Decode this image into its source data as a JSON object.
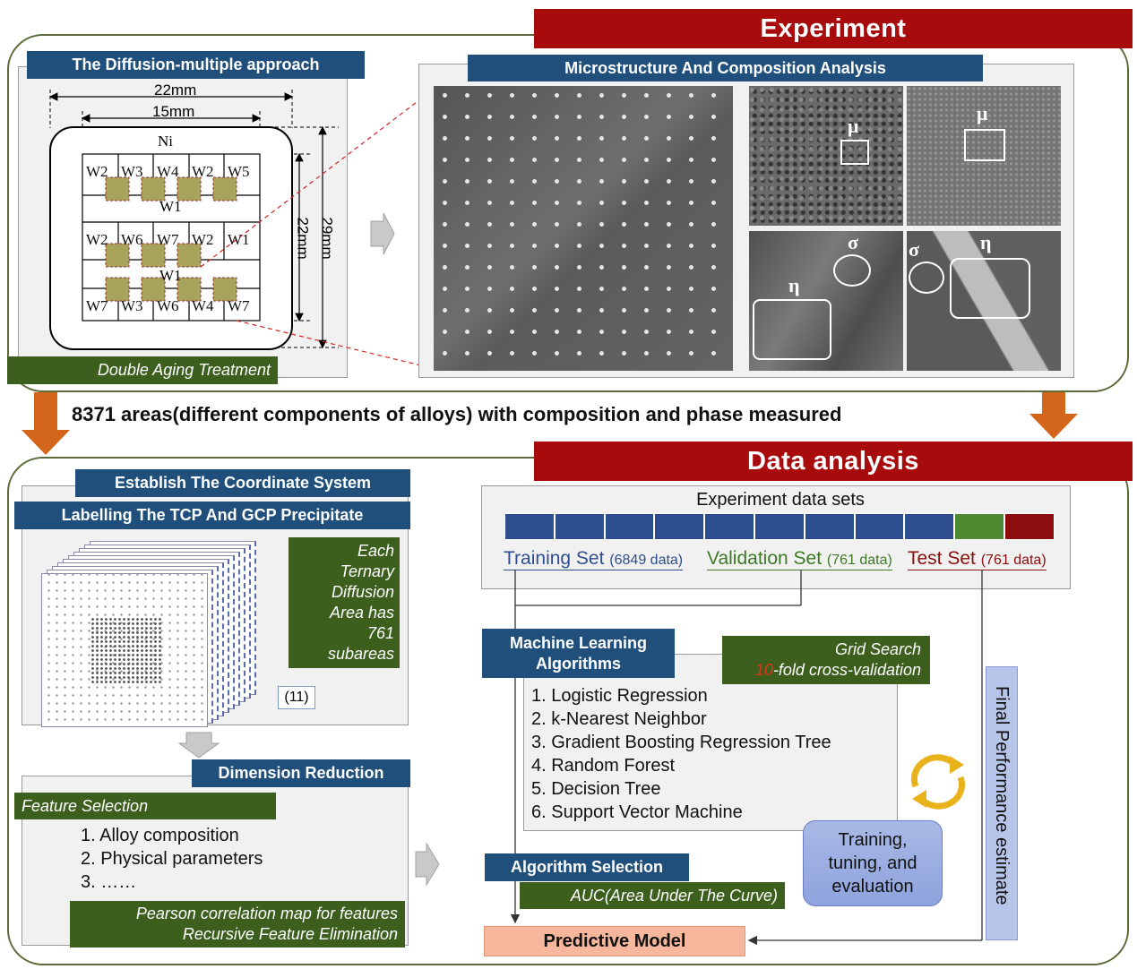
{
  "experiment": {
    "title": "Experiment",
    "diffusion_label": "The Diffusion-multiple approach",
    "dim_22mm_top": "22mm",
    "dim_15mm": "15mm",
    "dim_22mm_side": "22mm",
    "dim_29mm": "29mm",
    "ni_label": "Ni",
    "grid_rows": [
      [
        "W2",
        "W3",
        "W4",
        "W2",
        "W5"
      ],
      [
        "W2",
        "W6",
        "W7",
        "W2",
        "W1"
      ],
      [
        "W7",
        "W3",
        "W6",
        "W4",
        "W7"
      ]
    ],
    "w1_label_a": "W1",
    "w1_label_b": "W1",
    "double_aging": "Double Aging Treatment",
    "micro_label": "Microstructure And Composition Analysis",
    "mu_a": "μ",
    "mu_b": "μ",
    "sigma_a": "σ",
    "eta_a": "η",
    "sigma_b": "σ",
    "eta_b": "η"
  },
  "middle_text": "8371 areas(different components of alloys) with composition and phase measured",
  "analysis": {
    "title": "Data analysis",
    "coord_label": "Establish The Coordinate System",
    "tcp_label": "Labelling The TCP And GCP Precipitate",
    "subarea_text": [
      "Each",
      "Ternary",
      "Diffusion",
      "Area has",
      "761",
      "subareas"
    ],
    "stack_count": "(11)",
    "dim_reduction": "Dimension Reduction",
    "feature_selection": "Feature Selection",
    "features": [
      "1.  Alloy composition",
      "2.  Physical parameters",
      "3.  ……"
    ],
    "pearson_line1": "Pearson correlation map for features",
    "pearson_line2": "Recursive Feature Elimination",
    "datasets_title": "Experiment data sets",
    "training_set": "Training Set",
    "training_count": "(6849 data)",
    "validation_set": "Validation Set",
    "validation_count": "(761 data)",
    "test_set": "Test Set",
    "test_count": "(761 data)",
    "ml_label_line1": "Machine Learning",
    "ml_label_line2": "Algorithms",
    "grid_search": "Grid Search",
    "cv_number": "10",
    "cv_text": "-fold cross-validation",
    "algorithms": [
      "1.  Logistic Regression",
      "2.  k-Nearest Neighbor",
      "3.  Gradient Boosting Regression Tree",
      "4.  Random Forest",
      "5.  Decision Tree",
      "6.  Support Vector Machine"
    ],
    "training_box": [
      "Training,",
      "tuning, and",
      "evaluation"
    ],
    "algo_selection": "Algorithm Selection",
    "auc": "AUC(Area Under The Curve)",
    "final_perf": "Final Performance estimate",
    "predictive_model": "Predictive Model"
  },
  "colors": {
    "red_header": "#a80b0b",
    "blue_label": "#1f4f7a",
    "green_label": "#3c5f1e",
    "training_blue": "#2e4f8f",
    "validation_green": "#4e8a32",
    "test_red": "#8b0d0d",
    "arrow_orange": "#d4661b",
    "predictive_peach": "#f6b79c"
  }
}
